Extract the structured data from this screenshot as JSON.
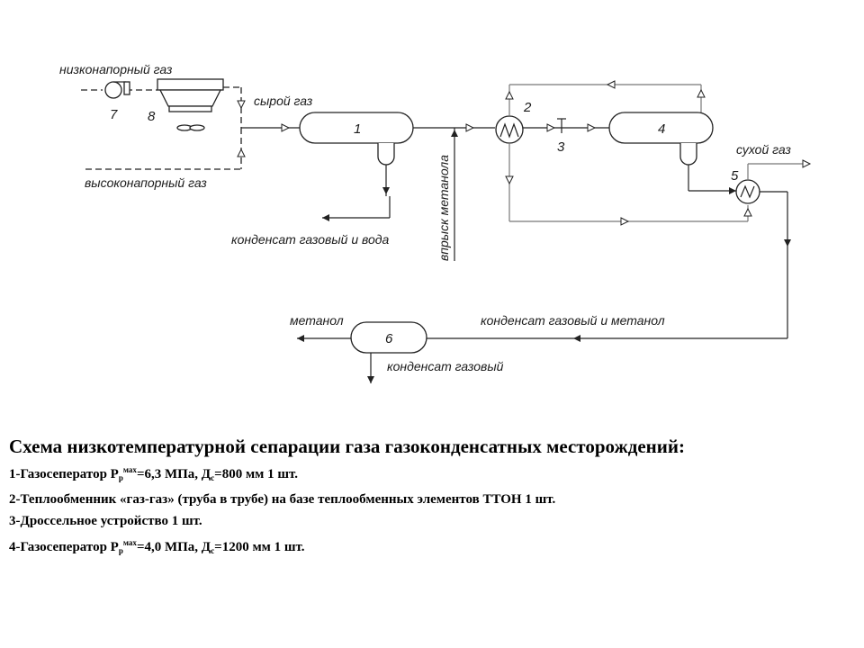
{
  "diagram": {
    "labels": {
      "low_pressure_gas": "низконапорный газ",
      "raw_gas": "сырой газ",
      "high_pressure_gas": "высоконапорный газ",
      "condensate_water": "конденсат газовый и вода",
      "methanol_injection": "впрыск метанола",
      "dry_gas": "сухой газ",
      "methanol": "метанол",
      "condensate_methanol": "конденсат газовый и метанол",
      "gas_condensate": "конденсат газовый"
    },
    "units": {
      "u1": "1",
      "u2": "2",
      "u3": "3",
      "u4": "4",
      "u5": "5",
      "u6": "6",
      "u7": "7",
      "u8": "8"
    }
  },
  "caption": {
    "title": "Схема низкотемпературной сепарации газа газоконденсатных месторождений:",
    "line1": {
      "prefix": "1-Газосеператор Р",
      "sub": "р",
      "sup": "мах",
      "middle": "=6,3 МПа, Д",
      "sub2": "с",
      "suffix": "=800 мм 1 шт."
    },
    "line2": "2-Теплообменник «газ-газ» (труба в трубе) на базе теплообменных элементов ТТОН 1 шт.",
    "line3": "3-Дроссельное устройство 1 шт.",
    "line4": {
      "prefix": "4-Газосеператор Р",
      "sub": "р",
      "sup": "мах",
      "middle": "=4,0 МПа, Д",
      "sub2": "с",
      "suffix": "=1200 мм 1 шт."
    }
  }
}
